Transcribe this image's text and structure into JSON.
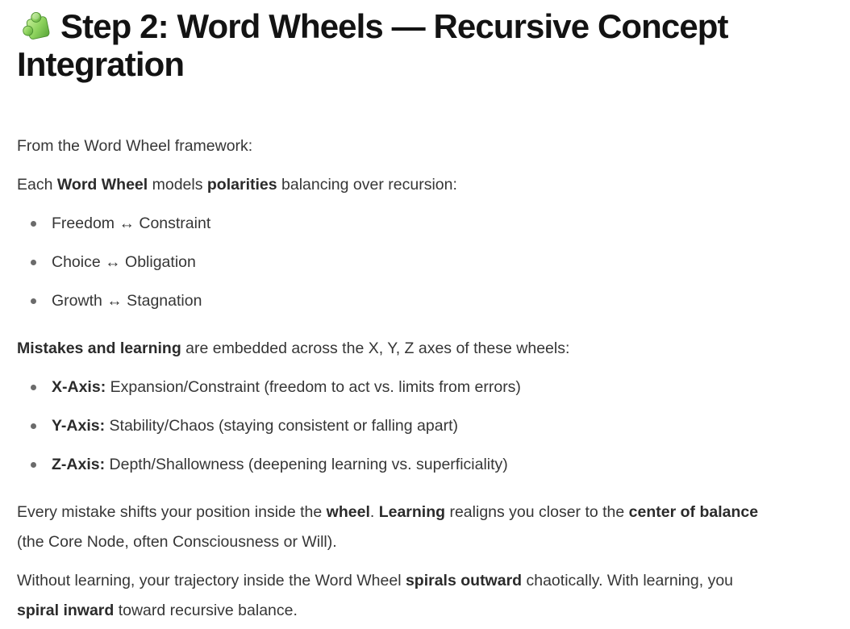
{
  "page": {
    "background_color": "#ffffff",
    "body_text_color": "#363636",
    "heading_text_color": "#131313",
    "bullet_color": "#6b6b6b",
    "emoji_accent_color": "#7cc64e"
  },
  "heading": {
    "icon": "puzzle-piece-icon",
    "text": "Step 2: Word Wheels — Recursive Concept Integration"
  },
  "paragraphs": {
    "p1": {
      "segments": [
        {
          "text": "From the Word Wheel framework:",
          "bold": false
        }
      ]
    },
    "p2": {
      "segments": [
        {
          "text": "Each ",
          "bold": false
        },
        {
          "text": "Word Wheel",
          "bold": true
        },
        {
          "text": " models ",
          "bold": false
        },
        {
          "text": "polarities",
          "bold": true
        },
        {
          "text": " balancing over recursion:",
          "bold": false
        }
      ]
    },
    "p3": {
      "segments": [
        {
          "text": "Mistakes and learning",
          "bold": true
        },
        {
          "text": " are embedded across the X, Y, Z axes of these wheels:",
          "bold": false
        }
      ]
    },
    "p4": {
      "segments": [
        {
          "text": "Every mistake shifts your position inside the ",
          "bold": false
        },
        {
          "text": "wheel",
          "bold": true
        },
        {
          "text": ". ",
          "bold": false
        },
        {
          "text": "Learning",
          "bold": true
        },
        {
          "text": " realigns you closer to the ",
          "bold": false
        },
        {
          "text": "center of balance",
          "bold": true
        },
        {
          "br": true
        },
        {
          "text": "(the Core Node, often Consciousness or Will).",
          "bold": false
        }
      ]
    },
    "p5": {
      "segments": [
        {
          "text": "Without learning, your trajectory inside the Word Wheel ",
          "bold": false
        },
        {
          "text": "spirals outward",
          "bold": true
        },
        {
          "text": " chaotically. With learning, you",
          "bold": false
        },
        {
          "br": true
        },
        {
          "text": "spiral inward",
          "bold": true
        },
        {
          "text": " toward recursive balance.",
          "bold": false
        }
      ]
    }
  },
  "lists": {
    "polarities": {
      "items": [
        {
          "segments": [
            {
              "text": "Freedom ↔ Constraint",
              "bold": false
            }
          ]
        },
        {
          "segments": [
            {
              "text": "Choice ↔ Obligation",
              "bold": false
            }
          ]
        },
        {
          "segments": [
            {
              "text": "Growth ↔ Stagnation",
              "bold": false
            }
          ]
        }
      ]
    },
    "axes": {
      "items": [
        {
          "segments": [
            {
              "text": "X-Axis:",
              "bold": true
            },
            {
              "text": " Expansion/Constraint (freedom to act vs. limits from errors)",
              "bold": false
            }
          ]
        },
        {
          "segments": [
            {
              "text": "Y-Axis:",
              "bold": true
            },
            {
              "text": " Stability/Chaos (staying consistent or falling apart)",
              "bold": false
            }
          ]
        },
        {
          "segments": [
            {
              "text": "Z-Axis:",
              "bold": true
            },
            {
              "text": " Depth/Shallowness (deepening learning vs. superficiality)",
              "bold": false
            }
          ]
        }
      ]
    }
  }
}
